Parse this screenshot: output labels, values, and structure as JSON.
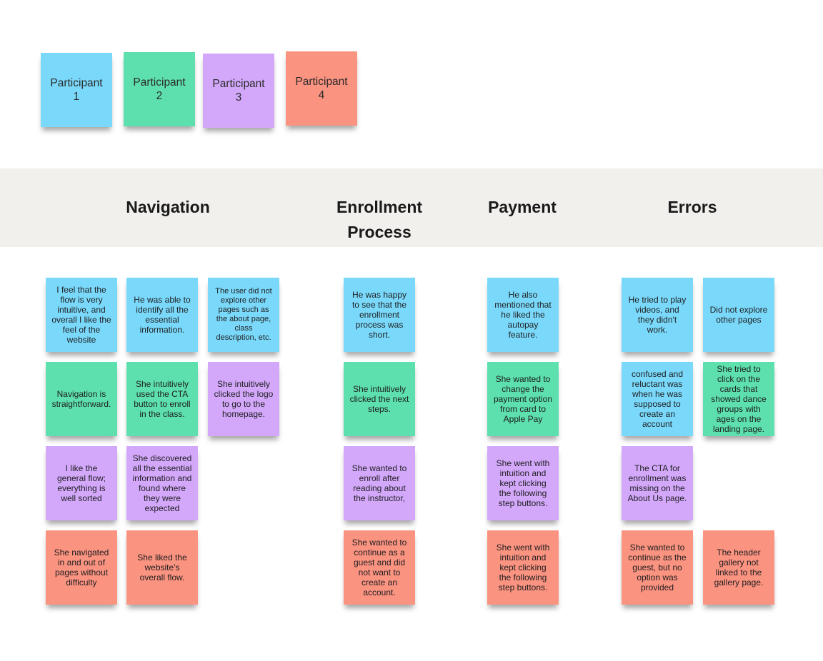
{
  "legend": [
    {
      "label": "Participant\n1",
      "color": "#7ad9fb"
    },
    {
      "label": "Participant\n2",
      "color": "#5de0ae"
    },
    {
      "label": "Participant\n3",
      "color": "#d3a8fb"
    },
    {
      "label": "Participant\n4",
      "color": "#fb9381"
    }
  ],
  "headers": {
    "navigation": "Navigation",
    "enrollment": "Enrollment Process",
    "payment": "Payment",
    "errors": "Errors"
  },
  "notes": {
    "navigation": {
      "n1": "I feel that the flow is very intuitive, and overall I like the feel of the website",
      "n2": "He was able to identify all the essential information.",
      "n3": "The user did not explore other pages such as the about page, class description, etc.",
      "n4": "Navigation is straightforward.",
      "n5": "She intuitively used the CTA button to enroll in the class.",
      "n6": "She intuitively clicked the logo to go to the homepage.",
      "n7": "I like the general flow; everything is well sorted",
      "n8": "She discovered all the essential information and found where they were expected",
      "n9": "She navigated in and out of pages without difficulty",
      "n10": "She liked the website's overall flow."
    },
    "enrollment": {
      "n1": "He was happy to see that the enrollment process was short.",
      "n2": "She intuitively clicked the next steps.",
      "n3": "She wanted to enroll after reading about the instructor,",
      "n4": "She wanted to continue as a guest and did not want to create an account."
    },
    "payment": {
      "n1": "He also mentioned that he liked the autopay feature.",
      "n2": "She wanted to change the payment option from card to Apple Pay",
      "n3": "She went with intuition and kept clicking the following step buttons.",
      "n4": "She went with intuition and kept clicking the following step buttons."
    },
    "errors": {
      "n1": "He tried to play videos, and they didn't work.",
      "n2": "Did not explore other pages",
      "n3": "confused and reluctant was when he was supposed to create an account",
      "n4": "She tried to click on the cards that showed dance groups with ages on the landing page.",
      "n5": "The CTA for enrollment was missing on the About Us page.",
      "n6": "She wanted to continue as the guest, but no option was provided",
      "n7": "The header gallery not linked to the gallery page."
    }
  }
}
